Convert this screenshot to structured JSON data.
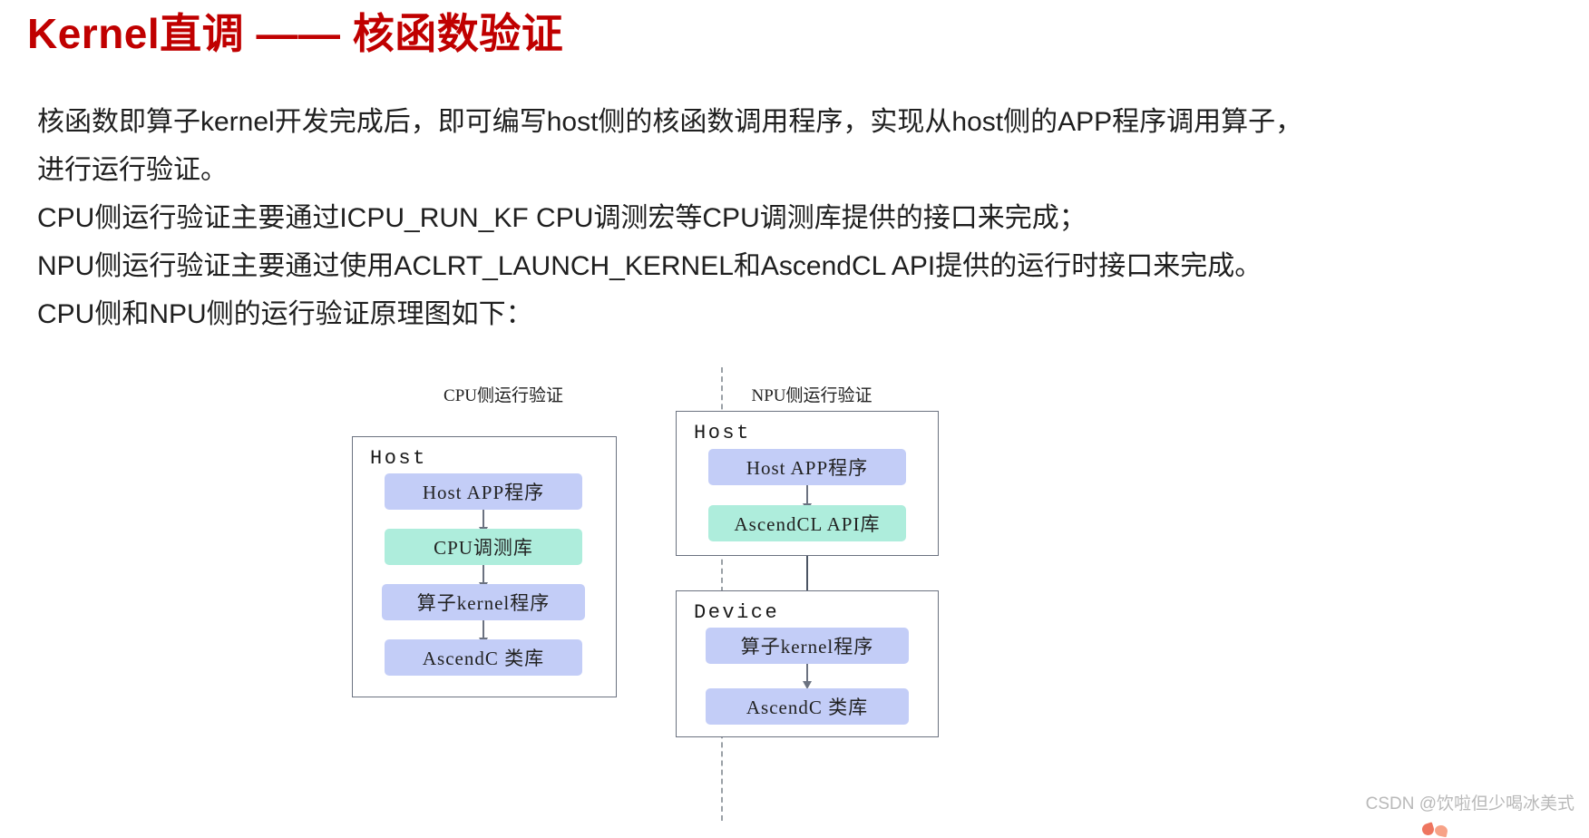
{
  "title": "Kernel直调 —— 核函数验证",
  "colors": {
    "title_red": "#c00000",
    "node_blue": "#c3cdf7",
    "node_green": "#aeeddc",
    "box_border": "#6b7280",
    "divider": "#9aa0a6"
  },
  "body": {
    "para1_line1": "核函数即算子kernel开发完成后，即可编写host侧的核函数调用程序，实现从host侧的APP程序调用算子，",
    "para1_line2": "进行运行验证。",
    "line3": "CPU侧运行验证主要通过ICPU_RUN_KF CPU调测宏等CPU调测库提供的接口来完成；",
    "line4": "NPU侧运行验证主要通过使用ACLRT_LAUNCH_KERNEL和AscendCL API提供的运行时接口来完成。",
    "line5": "CPU侧和NPU侧的运行验证原理图如下："
  },
  "diagram": {
    "cpu": {
      "caption": "CPU侧运行验证",
      "group_label": "Host",
      "nodes": [
        {
          "label": "Host APP程序",
          "color": "blue"
        },
        {
          "label": "CPU调测库",
          "color": "green"
        },
        {
          "label": "算子kernel程序",
          "color": "blue"
        },
        {
          "label": "AscendC 类库",
          "color": "blue"
        }
      ]
    },
    "npu": {
      "caption": "NPU侧运行验证",
      "host": {
        "group_label": "Host",
        "nodes": [
          {
            "label": "Host APP程序",
            "color": "blue"
          },
          {
            "label": "AscendCL API库",
            "color": "green"
          }
        ]
      },
      "device": {
        "group_label": "Device",
        "nodes": [
          {
            "label": "算子kernel程序",
            "color": "blue"
          },
          {
            "label": "AscendC 类库",
            "color": "blue"
          }
        ]
      }
    }
  },
  "watermark": {
    "text": "CSDN @饮啦但少喝冰美式"
  }
}
